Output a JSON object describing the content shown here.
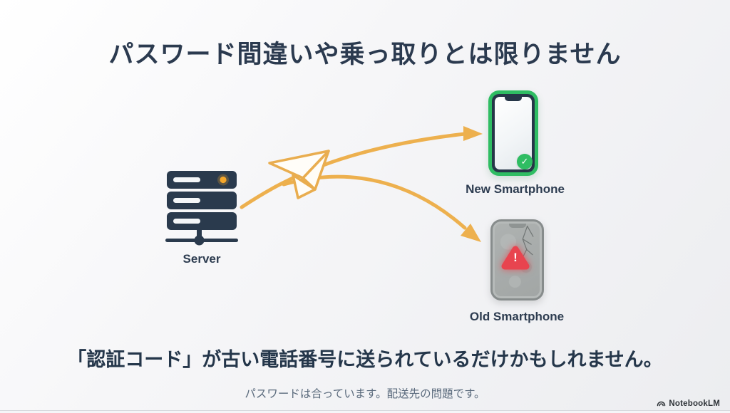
{
  "slide": {
    "title": "パスワード間違いや乗っ取りとは限りません",
    "headline": "「認証コード」が古い電話番号に送られているだけかもしれません。",
    "subtext": "パスワードは合っています。配送先の問題です。"
  },
  "diagram": {
    "server": {
      "label": "Server"
    },
    "new_phone": {
      "label": "New Smartphone",
      "status": "ok"
    },
    "old_phone": {
      "label": "Old Smartphone",
      "status": "warning"
    }
  },
  "icons": {
    "server-icon": "server-stack",
    "paper-plane-icon": "paper-plane",
    "arrow-to-new-phone-icon": "curved-arrow-right-up",
    "arrow-to-old-phone-icon": "curved-arrow-right-down",
    "check-icon": "✓",
    "warning-icon": "!",
    "notebooklm-logo-icon": "spiral-shell"
  },
  "colors": {
    "title_navy": "#2b3a4f",
    "arrow_orange": "#edb04e",
    "ok_green": "#2fbd63",
    "warning_red": "#e8444f",
    "server_navy": "#2a3a4d",
    "old_phone_gray": "#a2a6a5",
    "subtext_gray": "#5b6b7d"
  },
  "watermark": {
    "brand": "NotebookLM"
  }
}
